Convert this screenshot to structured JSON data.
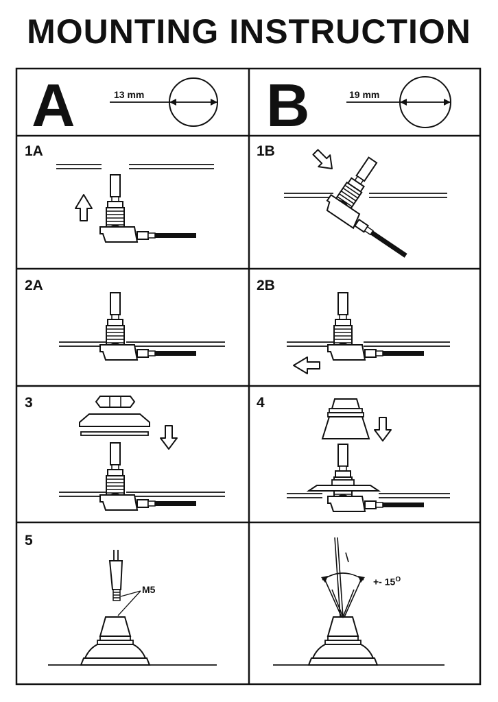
{
  "title": "MOUNTING INSTRUCTION",
  "header": {
    "a": {
      "letter": "A",
      "hole": "13 mm"
    },
    "b": {
      "letter": "B",
      "hole": "19 mm"
    }
  },
  "steps": {
    "s1a": "1A",
    "s1b": "1B",
    "s2a": "2A",
    "s2b": "2B",
    "s3": "3",
    "s4": "4",
    "s5": "5"
  },
  "labels": {
    "thread": "M5",
    "tilt": "+- 15",
    "tilt_unit": "O"
  },
  "icons": [
    "arrow-up-icon",
    "arrow-down-icon",
    "arrow-left-icon",
    "arrow-diagonal-icon"
  ]
}
